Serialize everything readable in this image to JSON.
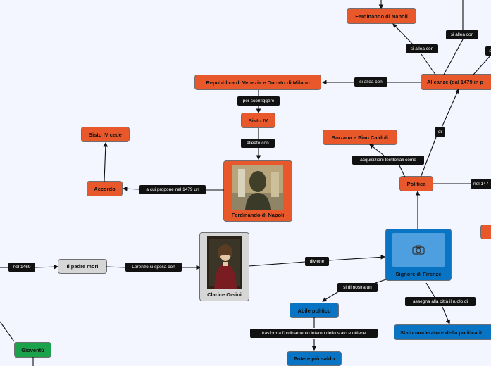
{
  "nodes": {
    "ferdinando_top": "Ferdinando di Napoli",
    "repubblica": "Repubblica di Venezia e Ducato di Milano",
    "alleanze": "Alleanze (dal 1479 in p",
    "sisto": "Sisto IV",
    "sisto_cede": "Sisto IV cede",
    "sarzana": "Sarzana e Pian Caldoli",
    "politica": "Politica",
    "accordo": "Accordo",
    "ferdinando_img": "Ferdinando di Napoli",
    "padre_mori": "Il padre morì",
    "clarice": "Clarice Orsini",
    "signore": "Signore di Firenze",
    "abile": "Abile politico",
    "stato": "Stato moderatore della politica it",
    "potere": "Potere più saldo",
    "gioventu": "Gioventù"
  },
  "labels": {
    "si_allea_1": "si allea con",
    "si_allea_2": "si allea con",
    "si_allea_3": "si allea con",
    "per_sconfiggere": "per sconfiggere",
    "alleato_con": "alleato con",
    "di": "di",
    "acquisizioni": "acquisizioni territoriali come",
    "nel_147": "nel 147",
    "a_cui": "a cui propone nel 1479 un",
    "nel_1469": "nel 1469",
    "lorenzo": "Lorenzo si sposa con",
    "diviene": "diviene",
    "si_dimostra": "si dimostra un",
    "assegna": "assegna alla città il ruolo di",
    "trasforma": "trasforma l'ordinamento interno dello stato e ottiene",
    "edge_s": "s"
  },
  "colors": {
    "background": "#f3f5ff",
    "orange": "#e8582a",
    "blue": "#0a74c4",
    "green": "#1aa34a",
    "grey": "#d6d6d6",
    "edge": "#111111"
  },
  "icons": {
    "camera_placeholder": "camera-icon"
  }
}
